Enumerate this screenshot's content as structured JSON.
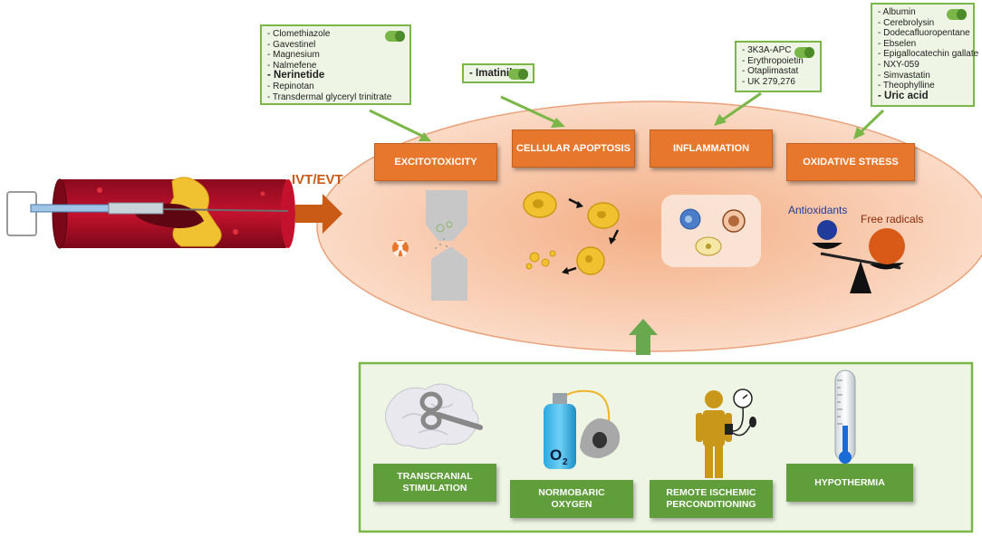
{
  "drug_boxes": {
    "excitotoxicity": [
      "Clomethiazole",
      "Gavestinel",
      "Magnesium",
      "Nalmefene",
      "Nerinetide",
      "Repinotan",
      "Transdermal glyceryl trinitrate"
    ],
    "apoptosis": [
      "Imatinib"
    ],
    "inflammation": [
      "3K3A-APC",
      "Erythropoietin",
      "Otaplimastat",
      "UK 279,276"
    ],
    "oxidative": [
      "Albumin",
      "Cerebrolysin",
      "Dodecafluoropentane",
      "Ebselen",
      "Epigallocatechin gallate",
      "NXY-059",
      "Simvastatin",
      "Theophylline",
      "Uric acid"
    ]
  },
  "bold_items": [
    "Nerinetide",
    "Imatinib",
    "Uric acid"
  ],
  "mechanisms": {
    "excitotoxicity": "EXCITOTOXICITY",
    "apoptosis": "CELLULAR APOPTOSIS",
    "inflammation": "INFLAMMATION",
    "oxidative": "OXIDATIVE STRESS"
  },
  "therapy_label": "IVT/EVT",
  "oxidative_labels": {
    "antioxidants": "Antioxidants",
    "free_radicals": "Free radicals"
  },
  "o2_label": "O",
  "o2_sub": "2",
  "non_pharma": {
    "transcranial": "TRANSCRANIAL\nSTIMULATION",
    "normobaric": "NORMOBARIC\nOXYGEN",
    "remote": "REMOTE ISCHEMIC\nPERCONDITIONING",
    "hypothermia": "HYPOTHERMIA"
  },
  "colors": {
    "orange": "#e8772e",
    "green": "#5f9e3a",
    "green_border": "#7ab648",
    "vessel": "#b0102a",
    "ellipse": "#f6c6a6"
  }
}
